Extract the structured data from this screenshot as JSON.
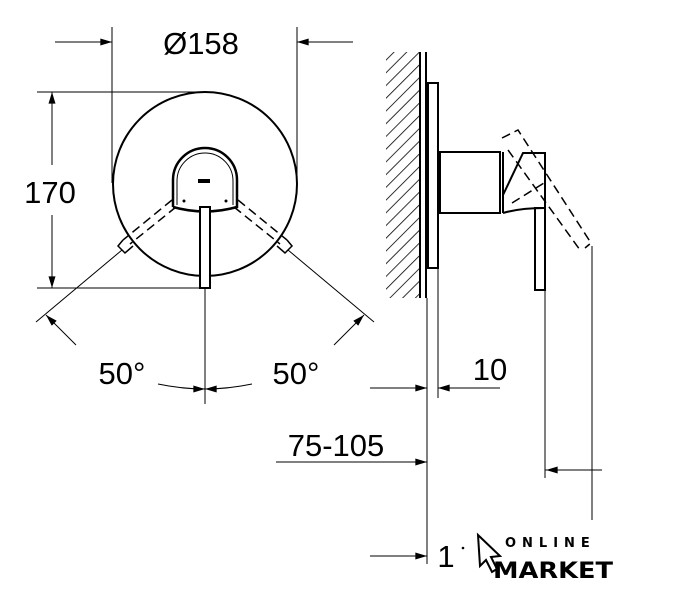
{
  "front_view": {
    "diameter_label": "Ø158",
    "height_label": "170",
    "angle_left_label": "50°",
    "angle_right_label": "50°"
  },
  "side_view": {
    "depth_label": "10",
    "range_label": "75-105",
    "bottom_label": "1"
  },
  "watermark": {
    "line1": "ONLINE",
    "line2": "MARKET"
  }
}
